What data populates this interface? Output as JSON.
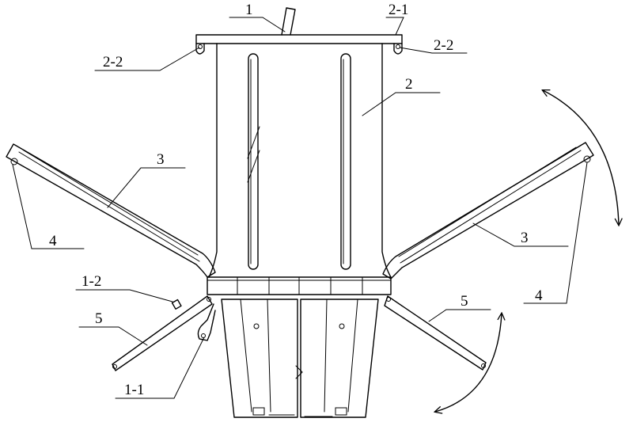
{
  "labels": {
    "l1": "1",
    "l2_1": "2-1",
    "l2_2_left": "2-2",
    "l2_2_right": "2-2",
    "l2": "2",
    "l3_left": "3",
    "l3_right": "3",
    "l4_left": "4",
    "l4_right": "4",
    "l1_2": "1-2",
    "l5_left": "5",
    "l5_right": "5",
    "l1_1": "1-1"
  }
}
